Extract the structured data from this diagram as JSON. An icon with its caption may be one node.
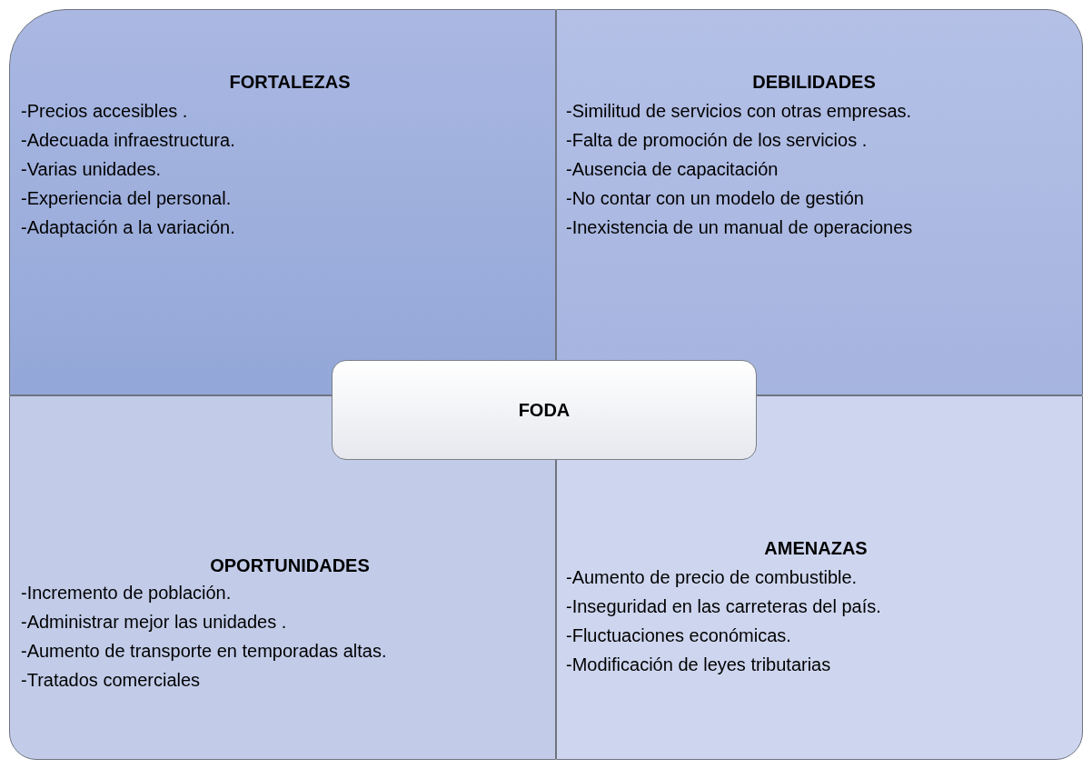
{
  "diagram": {
    "nodes": [
      {
        "text": [
          "FORTALEZAS",
          "-Precios accesibles .",
          "-Adecuada infraestructura.",
          "-Varias unidades.",
          "-Experiencia del personal.",
          "-Adaptación a la variación."
        ]
      },
      {
        "text": [
          "DEBILIDADES",
          "-Similitud de servicios con otras empresas.",
          "-Falta de promoción de los servicios .",
          "-Ausencia de capacitación",
          "-No contar con un modelo de gestión",
          "-Inexistencia de un manual de operaciones"
        ]
      },
      {
        "text": [
          "OPORTUNIDADES",
          "-Incremento de población.",
          "-Administrar mejor las unidades .",
          "-Aumento de transporte en temporadas altas.",
          "-Tratados comerciales"
        ]
      },
      {
        "text": [
          "AMENAZAS",
          "-Aumento de precio de combustible.",
          "-Inseguridad en las carreteras del país.",
          "-Fluctuaciones económicas.",
          "-Modificación de leyes tributarias"
        ]
      },
      {
        "text": [
          "FODA"
        ]
      }
    ],
    "edges": []
  }
}
